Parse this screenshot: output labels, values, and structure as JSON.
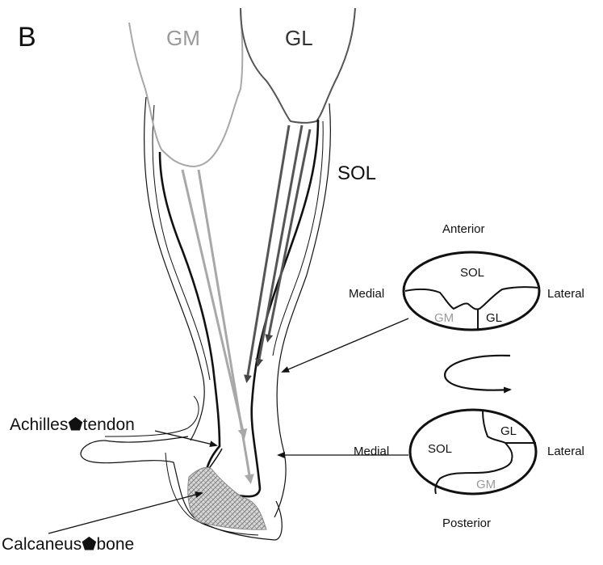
{
  "panel_letter": "B",
  "muscles": {
    "gm": "GM",
    "gl": "GL",
    "sol": "SOL"
  },
  "structures": {
    "achilles_tendon": "Achilles⬟tendon",
    "calcaneus_bone": "Calcaneus⬟bone"
  },
  "cross_section_upper": {
    "anterior": "Anterior",
    "medial": "Medial",
    "lateral": "Lateral",
    "sol": "SOL",
    "gm": "GM",
    "gl": "GL"
  },
  "cross_section_lower": {
    "posterior": "Posterior",
    "medial": "Medial",
    "lateral": "Lateral",
    "sol": "SOL",
    "gm": "GM",
    "gl": "GL"
  },
  "colors": {
    "gm_line": "#a8a8a8",
    "gl_line": "#555555",
    "outline": "#111111",
    "hatch": "#8a8a8a"
  }
}
